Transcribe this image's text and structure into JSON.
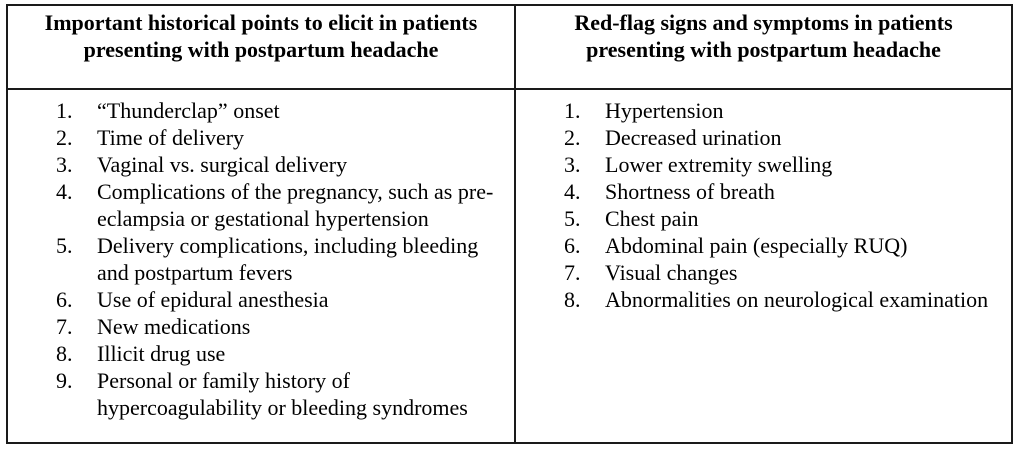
{
  "table": {
    "columns": [
      {
        "header": "Important historical points to elicit in patients presenting with postpartum headache",
        "items": [
          {
            "num": "1.",
            "text": "“Thunderclap” onset"
          },
          {
            "num": "2.",
            "text": "Time of delivery"
          },
          {
            "num": "3.",
            "text": "Vaginal vs. surgical delivery"
          },
          {
            "num": "4.",
            "text": "Complications of the pregnancy, such as pre-eclampsia or gestational hypertension"
          },
          {
            "num": "5.",
            "text": "Delivery complications, including bleeding and postpartum fevers"
          },
          {
            "num": "6.",
            "text": "Use of epidural anesthesia"
          },
          {
            "num": "7.",
            "text": "New medications"
          },
          {
            "num": "8.",
            "text": "Illicit drug use"
          },
          {
            "num": "9.",
            "text": "Personal or family history of hypercoagulability or bleeding syndromes"
          }
        ]
      },
      {
        "header": "Red-flag signs and symptoms in patients presenting with postpartum headache",
        "items": [
          {
            "num": "1.",
            "text": "Hypertension"
          },
          {
            "num": "2.",
            "text": "Decreased urination"
          },
          {
            "num": "3.",
            "text": "Lower extremity swelling"
          },
          {
            "num": "4.",
            "text": "Shortness of breath"
          },
          {
            "num": "5.",
            "text": "Chest pain"
          },
          {
            "num": "6.",
            "text": "Abdominal pain (especially RUQ)"
          },
          {
            "num": "7.",
            "text": "Visual changes"
          },
          {
            "num": "8.",
            "text": "Abnormalities on neurological examination"
          }
        ]
      }
    ],
    "border_color": "#1a1a1a",
    "text_color": "#000000",
    "background_color": "#ffffff"
  }
}
